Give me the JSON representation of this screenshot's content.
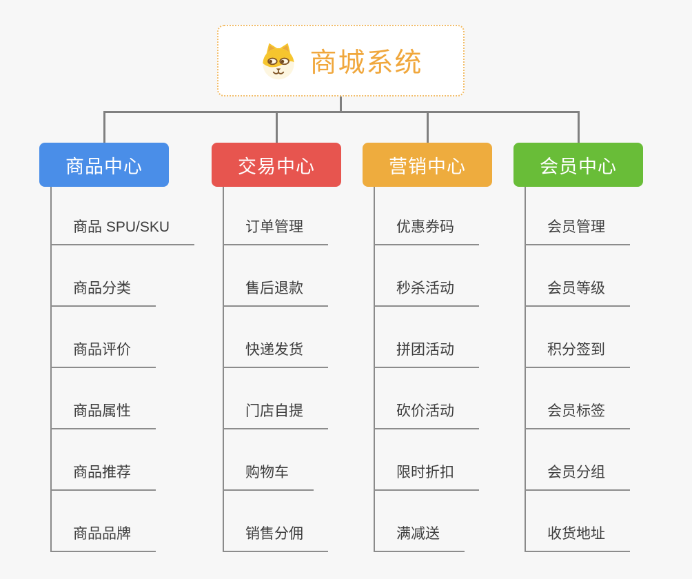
{
  "canvas": {
    "background": "#f7f7f7",
    "connector_color": "#808080",
    "underline_color": "#8c8c8c",
    "leaf_text_color": "#3d3d3d"
  },
  "root": {
    "label": "商城系统",
    "icon": "dog-face-icon",
    "text_color": "#f0a73c",
    "border_color": "#f2bd69",
    "background": "#ffffff"
  },
  "branches": [
    {
      "label": "商品中心",
      "color": "#4a8ee8",
      "children": [
        "商品 SPU/SKU",
        "商品分类",
        "商品评价",
        "商品属性",
        "商品推荐",
        "商品品牌"
      ]
    },
    {
      "label": "交易中心",
      "color": "#e7554f",
      "children": [
        "订单管理",
        "售后退款",
        "快递发货",
        "门店自提",
        "购物车",
        "销售分佣"
      ]
    },
    {
      "label": "营销中心",
      "color": "#eeac3e",
      "children": [
        "优惠券码",
        "秒杀活动",
        "拼团活动",
        "砍价活动",
        "限时折扣",
        "满减送"
      ]
    },
    {
      "label": "会员中心",
      "color": "#69bd38",
      "children": [
        "会员管理",
        "会员等级",
        "积分签到",
        "会员标签",
        "会员分组",
        "收货地址"
      ]
    }
  ]
}
